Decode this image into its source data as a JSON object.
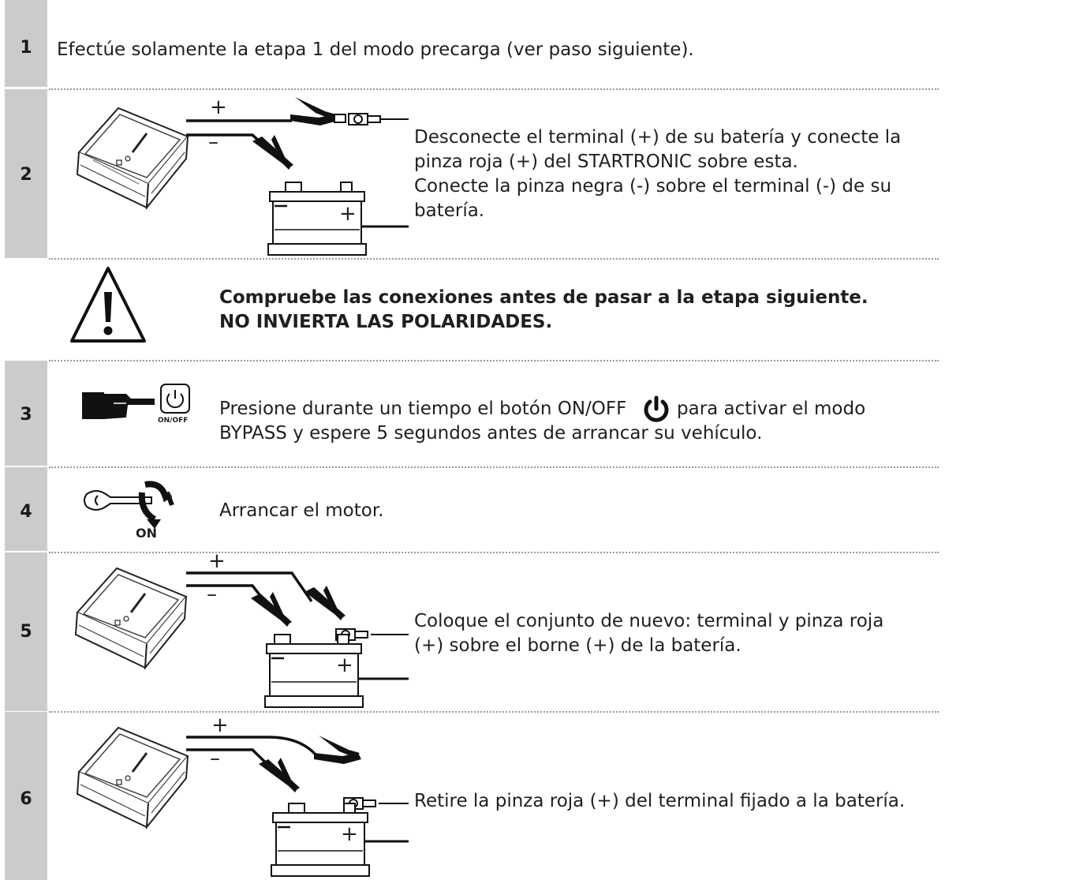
{
  "steps": [
    {
      "number": "1",
      "text": [
        "Efectúe solamente la etapa 1 del modo precarga (ver paso siguiente)."
      ]
    },
    {
      "number": "2",
      "text": [
        "Desconecte el terminal (+) de su batería y conecte la",
        "pinza roja (+) del STARTRONIC sobre esta.",
        "Conecte la pinza negra (-) sobre el terminal (-) de su",
        "batería."
      ]
    },
    {
      "number": "3",
      "text": [
        "Presione durante un tiempo el botón ON/OFF",
        "para activar el modo",
        "BYPASS y espere 5 segundos antes de arrancar su vehículo."
      ],
      "button_label": "ON/OFF"
    },
    {
      "number": "4",
      "text": [
        "Arrancar el motor."
      ],
      "key_label": "ON"
    },
    {
      "number": "5",
      "text": [
        "Coloque el conjunto de nuevo: terminal y pinza roja",
        "(+) sobre el borne (+) de la batería."
      ]
    },
    {
      "number": "6",
      "text": [
        "Retire la pinza roja (+) del terminal fijado a la batería."
      ]
    }
  ],
  "warning": {
    "lines": [
      "Compruebe las conexiones antes de pasar a la etapa siguiente.",
      "NO INVIERTA LAS POLARIDADES."
    ],
    "icon": "warning-triangle-icon"
  },
  "diagram_labels": {
    "plus": "+",
    "minus": "–"
  },
  "colors": {
    "number_column": "#cbcbcb",
    "separator": "#9a9a9a",
    "ink": "#1a1a1a"
  }
}
